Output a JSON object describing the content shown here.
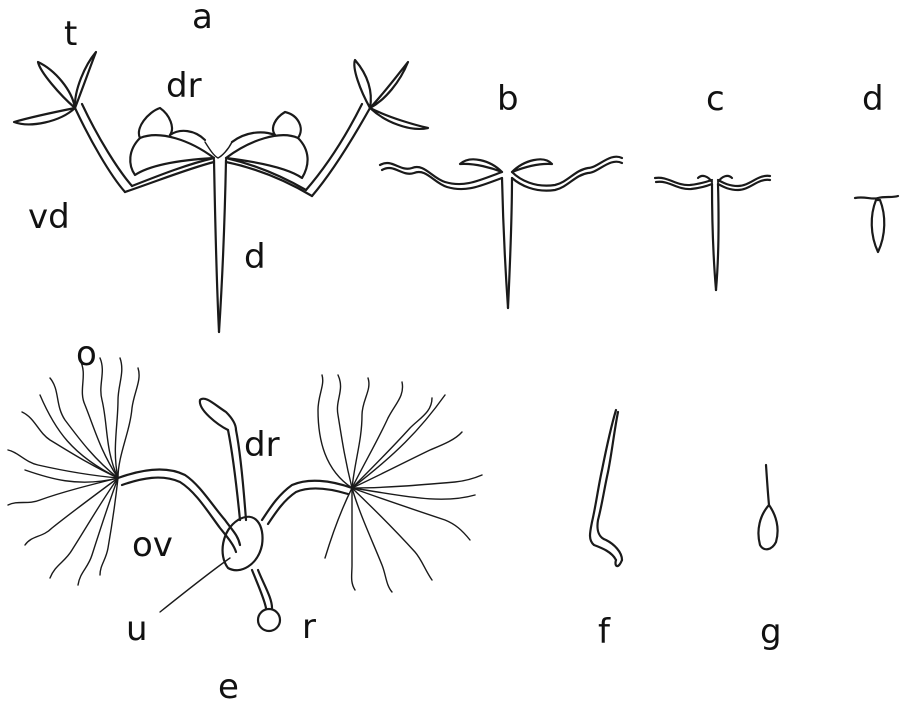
{
  "labels": {
    "a": "a",
    "t": "t",
    "dr_top": "dr",
    "vd": "vd",
    "d_duct": "d",
    "b": "b",
    "c": "c",
    "d": "d",
    "o": "o",
    "dr_bottom": "dr",
    "ov": "ov",
    "u": "u",
    "r": "r",
    "e": "e",
    "f": "f",
    "g": "g"
  }
}
